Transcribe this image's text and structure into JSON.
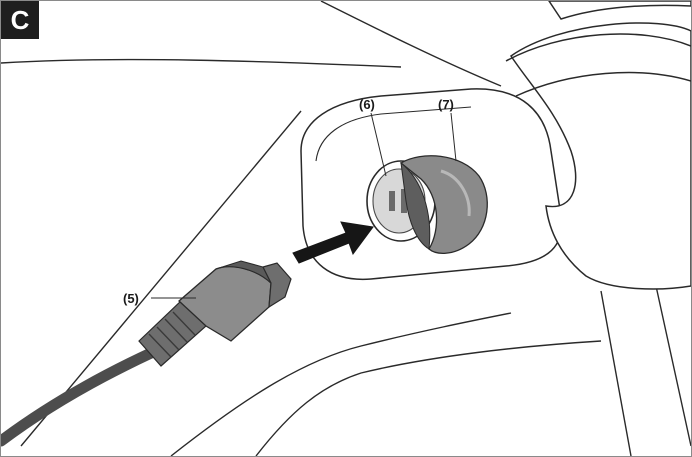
{
  "figure": {
    "panel_label": "C",
    "callouts": [
      {
        "id": "connector",
        "label": "(5)"
      },
      {
        "id": "socket",
        "label": "(6)"
      },
      {
        "id": "cap",
        "label": "(7)"
      }
    ]
  },
  "colors": {
    "outline": "#2a2a2a",
    "device_fill": "#ffffff",
    "plug_dark": "#6e6e6e",
    "plug_mid": "#8c8c8c",
    "cable": "#4d4d4d",
    "cap_fill": "#8a8a8a",
    "arrow": "#161616",
    "badge_bg": "#1e1e1e"
  }
}
